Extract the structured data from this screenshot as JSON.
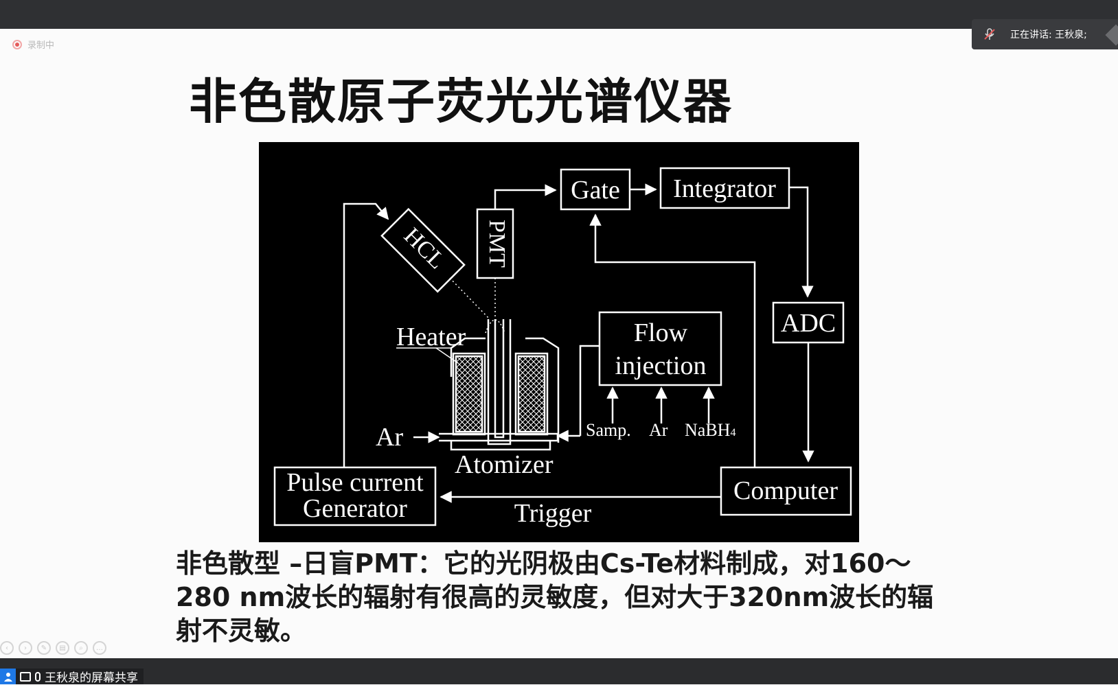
{
  "recording": {
    "label": "录制中"
  },
  "speaker": {
    "text": "正在讲话: 王秋泉;"
  },
  "slide": {
    "title": "非色散原子荧光光谱仪器",
    "description": "非色散型 –日盲PMT：它的光阴极由Cs-Te材料制成，对160～280 nm波长的辐射有很高的灵敏度，但对大于320nm波长的辐射不灵敏。"
  },
  "diagram": {
    "labels": {
      "gate": "Gate",
      "integrator": "Integrator",
      "hcl": "HCL",
      "pmt": "PMT",
      "adc": "ADC",
      "flow_line1": "Flow",
      "flow_line2": "injection",
      "heater": "Heater",
      "ar_left": "Ar",
      "samp": "Samp.",
      "ar_right": "Ar",
      "nabh": "NaBH",
      "nabh_sub": "4",
      "atomizer": "Atomizer",
      "pulse_line1": "Pulse current",
      "pulse_line2": "Generator",
      "computer": "Computer",
      "trigger": "Trigger"
    }
  },
  "share": {
    "text": "王秋泉的屏幕共享"
  },
  "colors": {
    "diagram_bg": "#000000",
    "diagram_fg": "#ffffff",
    "rec_red": "#e45a5a",
    "share_blue": "#1e78e6"
  },
  "icons": [
    "record-icon",
    "mic-muted-icon",
    "pen-icon",
    "share-screen-icon",
    "mic-icon"
  ]
}
